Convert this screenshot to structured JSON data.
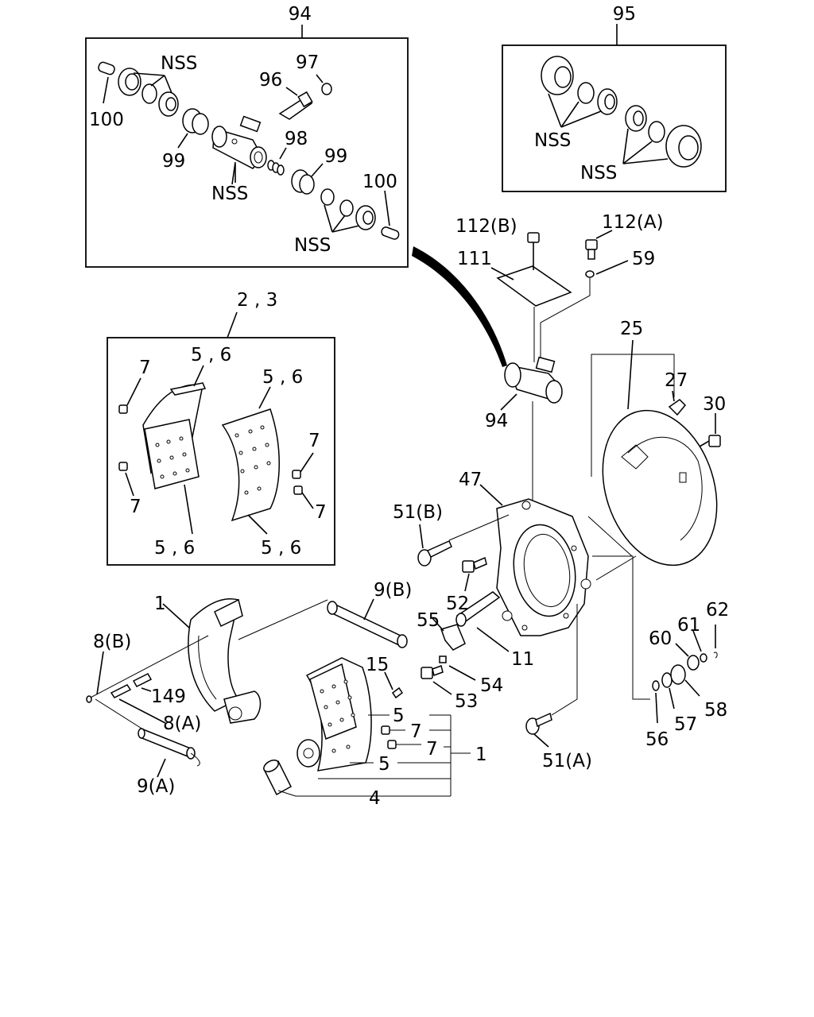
{
  "labels": {
    "n94": "94",
    "n95": "95",
    "nss_a": "NSS",
    "nss_b": "NSS",
    "nss_c": "NSS",
    "nss_d": "NSS",
    "nss_e": "NSS",
    "n100a": "100",
    "n100b": "100",
    "n97": "97",
    "n96": "96",
    "n98": "98",
    "n99a": "99",
    "n99b": "99",
    "n112b": "112(B)",
    "n112a": "112(A)",
    "n111": "111",
    "n59": "59",
    "n23": "2 , 3",
    "n56a": "5 , 6",
    "n56b": "5 , 6",
    "n56c": "5 , 6",
    "n56d": "5 , 6",
    "n7a": "7",
    "n7b": "7",
    "n7c": "7",
    "n7d": "7",
    "n25": "25",
    "n27": "27",
    "n30": "30",
    "n94b": "94",
    "n47": "47",
    "n51b": "51(B)",
    "n52": "52",
    "n9b": "9(B)",
    "n1a": "1",
    "n8b": "8(B)",
    "n149": "149",
    "n8a": "8(A)",
    "n9a": "9(A)",
    "n55": "55",
    "n11": "11",
    "n54": "54",
    "n53": "53",
    "n15": "15",
    "n5a": "5",
    "n7e": "7",
    "n7f": "7",
    "n5b": "5",
    "n1b": "1",
    "n4": "4",
    "n51a": "51(A)",
    "n62": "62",
    "n61": "61",
    "n60": "60",
    "n58": "58",
    "n57": "57",
    "n56": "56"
  }
}
